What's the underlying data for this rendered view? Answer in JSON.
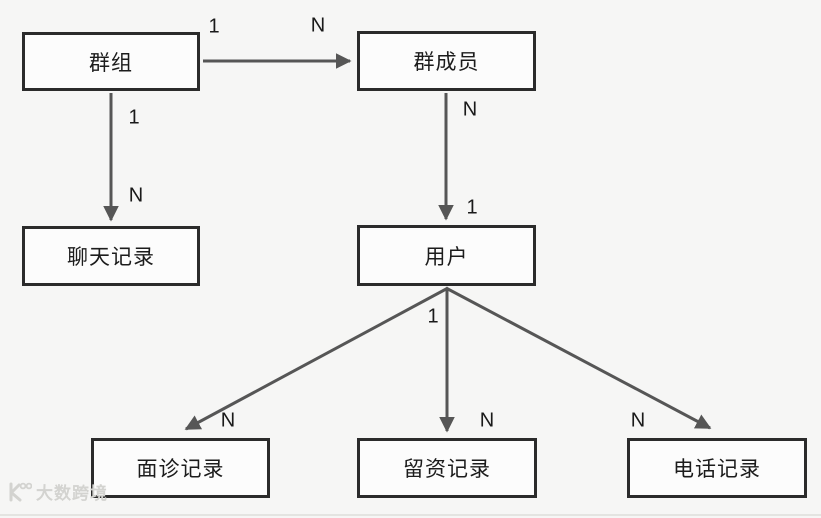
{
  "diagram": {
    "entities": [
      {
        "id": "group",
        "label": "群组"
      },
      {
        "id": "group-member",
        "label": "群成员"
      },
      {
        "id": "chat-records",
        "label": "聊天记录"
      },
      {
        "id": "user",
        "label": "用户"
      },
      {
        "id": "consult-records",
        "label": "面诊记录"
      },
      {
        "id": "lead-records",
        "label": "留资记录"
      },
      {
        "id": "call-records",
        "label": "电话记录"
      }
    ],
    "relationships": [
      {
        "from": "群组",
        "to": "群成员",
        "from_card": "1",
        "to_card": "N"
      },
      {
        "from": "群组",
        "to": "聊天记录",
        "from_card": "1",
        "to_card": "N"
      },
      {
        "from": "群成员",
        "to": "用户",
        "from_card": "N",
        "to_card": "1"
      },
      {
        "from": "用户",
        "to": "面诊记录",
        "from_card": "1",
        "to_card": "N"
      },
      {
        "from": "用户",
        "to": "留资记录",
        "from_card": "1",
        "to_card": "N"
      },
      {
        "from": "用户",
        "to": "电话记录",
        "from_card": "1",
        "to_card": "N"
      }
    ],
    "cardinalities": [
      {
        "text": "1"
      },
      {
        "text": "N"
      },
      {
        "text": "1"
      },
      {
        "text": "N"
      },
      {
        "text": "N"
      },
      {
        "text": "1"
      },
      {
        "text": "1"
      },
      {
        "text": "N"
      },
      {
        "text": "N"
      },
      {
        "text": "N"
      }
    ]
  },
  "watermark": {
    "text": "大数跨境"
  },
  "colors": {
    "background": "#f6f6f5",
    "box_border": "#2b2b2b",
    "box_fill": "#fcfcfc",
    "arrow": "#565656",
    "text": "#1c1c1c",
    "watermark": "#d3d3d0"
  }
}
